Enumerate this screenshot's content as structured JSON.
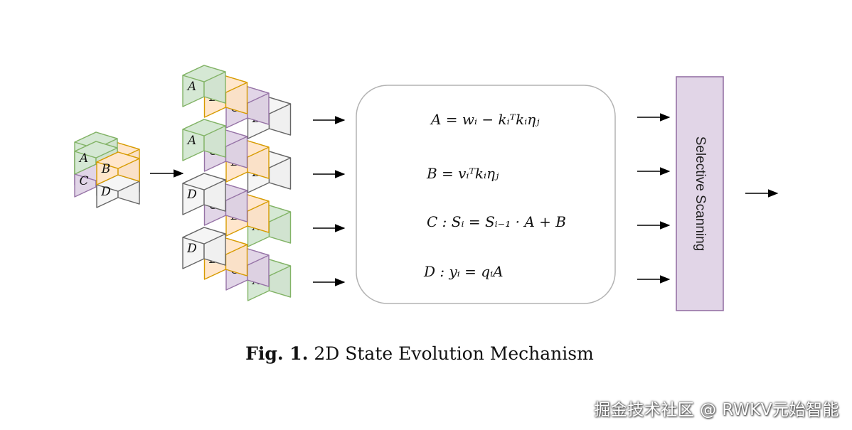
{
  "input_cube": {
    "top": [
      "A",
      "B"
    ],
    "bottom": [
      "C",
      "D"
    ]
  },
  "sequences": [
    [
      "A",
      "B",
      "C",
      "D"
    ],
    [
      "A",
      "C",
      "B",
      "D"
    ],
    [
      "D",
      "C",
      "B",
      "A"
    ],
    [
      "D",
      "B",
      "C",
      "A"
    ]
  ],
  "equations": {
    "a": "A = wᵢ − kᵢᵀkᵢηⱼ",
    "b": "B = vᵢᵀkᵢηⱼ",
    "c": "C : Sᵢ = Sᵢ₋₁ · A + B",
    "d": "D : yᵢ = qᵢA"
  },
  "selective_label": "Selective Scanning",
  "caption": {
    "label": "Fig. 1.",
    "text": "2D State Evolution Mechanism"
  },
  "watermark": "掘金技术社区 @ RWKV元始智能",
  "colors": {
    "A": {
      "fill": "#d5e8d4",
      "stroke": "#82b366"
    },
    "B": {
      "fill": "#ffe6cc",
      "stroke": "#d79b00"
    },
    "C": {
      "fill": "#e1d5e7",
      "stroke": "#9673a6"
    },
    "D": {
      "fill": "#f5f5f5",
      "stroke": "#666666"
    }
  }
}
